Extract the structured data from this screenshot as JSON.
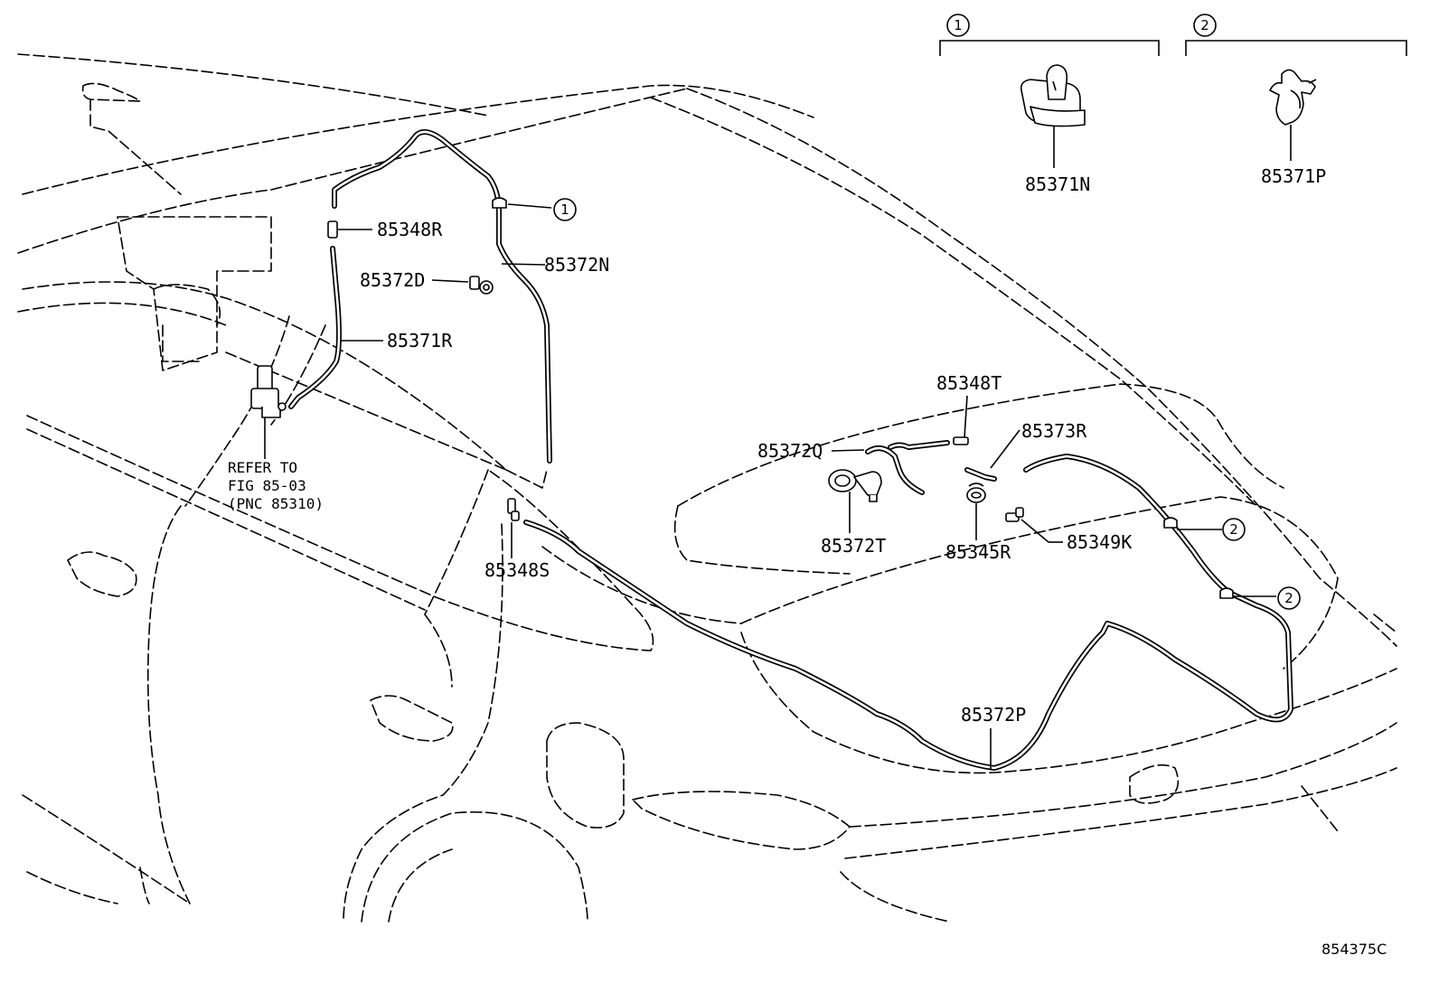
{
  "diagram": {
    "part_labels": {
      "p85348R": "85348R",
      "p85372D": "85372D",
      "p85372N": "85372N",
      "p85371R": "85371R",
      "p85348S": "85348S",
      "p85348T": "85348T",
      "p85373R": "85373R",
      "p85372Q": "85372Q",
      "p85372T": "85372T",
      "p85345R": "85345R",
      "p85349K": "85349K",
      "p85372P": "85372P",
      "p85371N": "85371N",
      "p85371P": "85371P"
    },
    "clip_markers": {
      "one": "1",
      "two": "2"
    },
    "refer_note": {
      "line1": "REFER TO",
      "line2": "FIG 85-03",
      "line3": "(PNC 85310)"
    },
    "figure_id": "854375C"
  }
}
